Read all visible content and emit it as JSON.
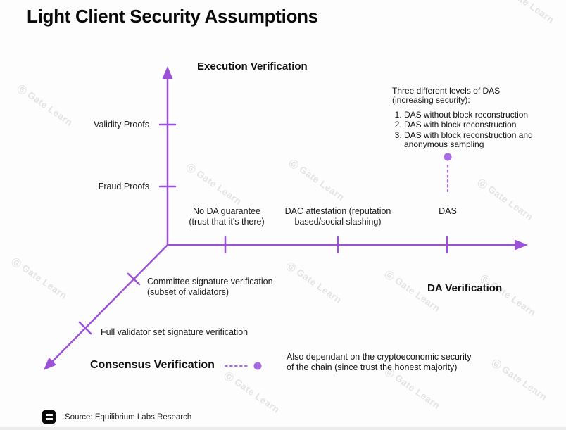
{
  "title": "Light Client Security Assumptions",
  "watermark": {
    "glyph": "Ⓖ",
    "text": "Gate Learn"
  },
  "colors": {
    "accent": "#9C4FD7",
    "dot": "#A76BE3",
    "watermark": "#E4E4E4",
    "text": "#121212"
  },
  "axes": {
    "execution": {
      "label": "Execution Verification",
      "ticks": {
        "validity": "Validity Proofs",
        "fraud": "Fraud Proofs"
      }
    },
    "da": {
      "label": "DA Verification",
      "ticks": {
        "no_guarantee": "No DA guarantee\n(trust that it's there)",
        "dac": "DAC attestation (reputation\nbased/social slashing)",
        "das": "DAS"
      }
    },
    "consensus": {
      "label": "Consensus Verification",
      "ticks": {
        "committee": "Committee signature verification\n(subset of validators)",
        "full_set": "Full validator set signature verification"
      }
    }
  },
  "annotations": {
    "das_levels": {
      "heading": "Three different levels of DAS\n(increasing security):",
      "items": [
        "DAS without block reconstruction",
        "DAS with block reconstruction",
        "DAS with block reconstruction and\nanonymous sampling"
      ]
    },
    "consensus_note": "Also dependant on the cryptoeconomic security\nof the chain (since trust the honest majority)"
  },
  "source": {
    "label": "Source: Equilibrium Labs Research"
  }
}
